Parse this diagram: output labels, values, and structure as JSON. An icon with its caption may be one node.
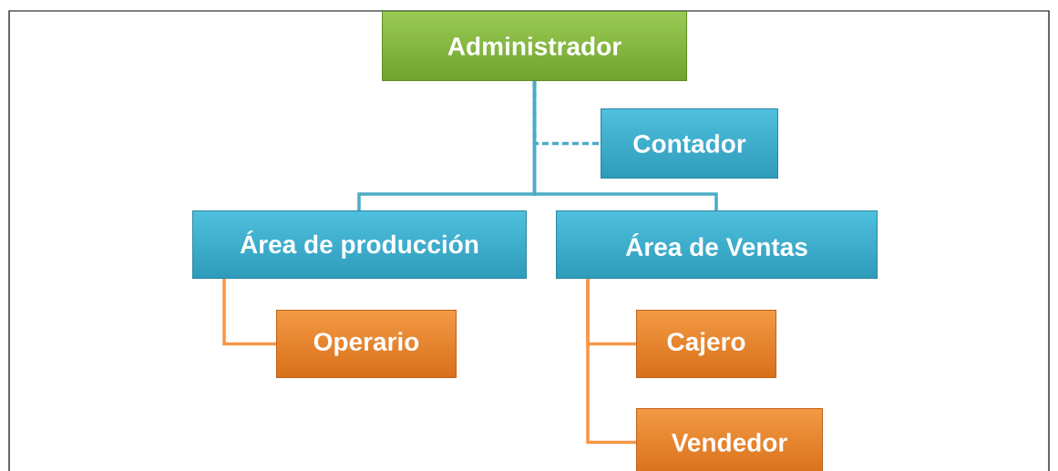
{
  "diagram": {
    "nodes": [
      {
        "text": [
          "Administrador"
        ]
      },
      {
        "text": [
          "Contador"
        ]
      },
      {
        "text": [
          "Área de producción"
        ]
      },
      {
        "text": [
          "Área de Ventas"
        ]
      },
      {
        "text": [
          "Operario"
        ]
      },
      {
        "text": [
          "Cajero"
        ]
      },
      {
        "text": [
          "Vendedor"
        ]
      }
    ],
    "edges": [
      {
        "from": 0,
        "to": 1,
        "arrow": "none",
        "style": "dashed"
      },
      {
        "from": 0,
        "to": 2,
        "arrow": "none"
      },
      {
        "from": 0,
        "to": 3,
        "arrow": "none"
      },
      {
        "from": 2,
        "to": 4,
        "arrow": "none",
        "color": "#f79646"
      },
      {
        "from": 3,
        "to": 5,
        "arrow": "none",
        "color": "#f79646"
      },
      {
        "from": 3,
        "to": 6,
        "arrow": "none",
        "color": "#f79646"
      }
    ]
  }
}
